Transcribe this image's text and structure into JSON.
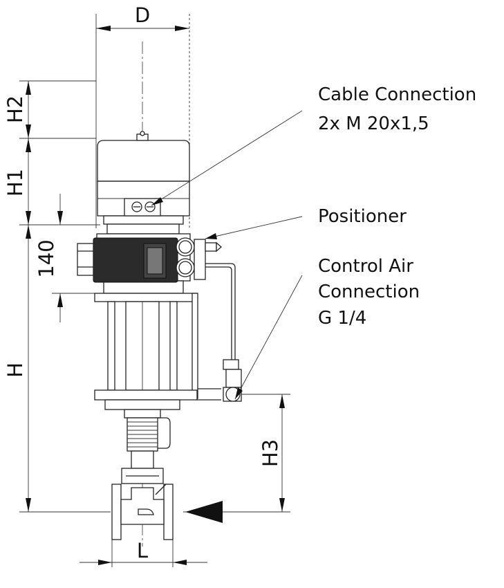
{
  "dimensions": {
    "D": "D",
    "H2": "H2",
    "H1": "H1",
    "d140": "140",
    "H": "H",
    "H3": "H3",
    "L": "L"
  },
  "callouts": {
    "cable_line1": "Cable Connection",
    "cable_line2": "2x M 20x1,5",
    "positioner": "Positioner",
    "air_line1": "Control Air",
    "air_line2": "Connection",
    "air_line3": "G 1/4"
  },
  "colors": {
    "line": "#222222",
    "positioner_fill": "#2b2b2b",
    "background": "#ffffff"
  }
}
